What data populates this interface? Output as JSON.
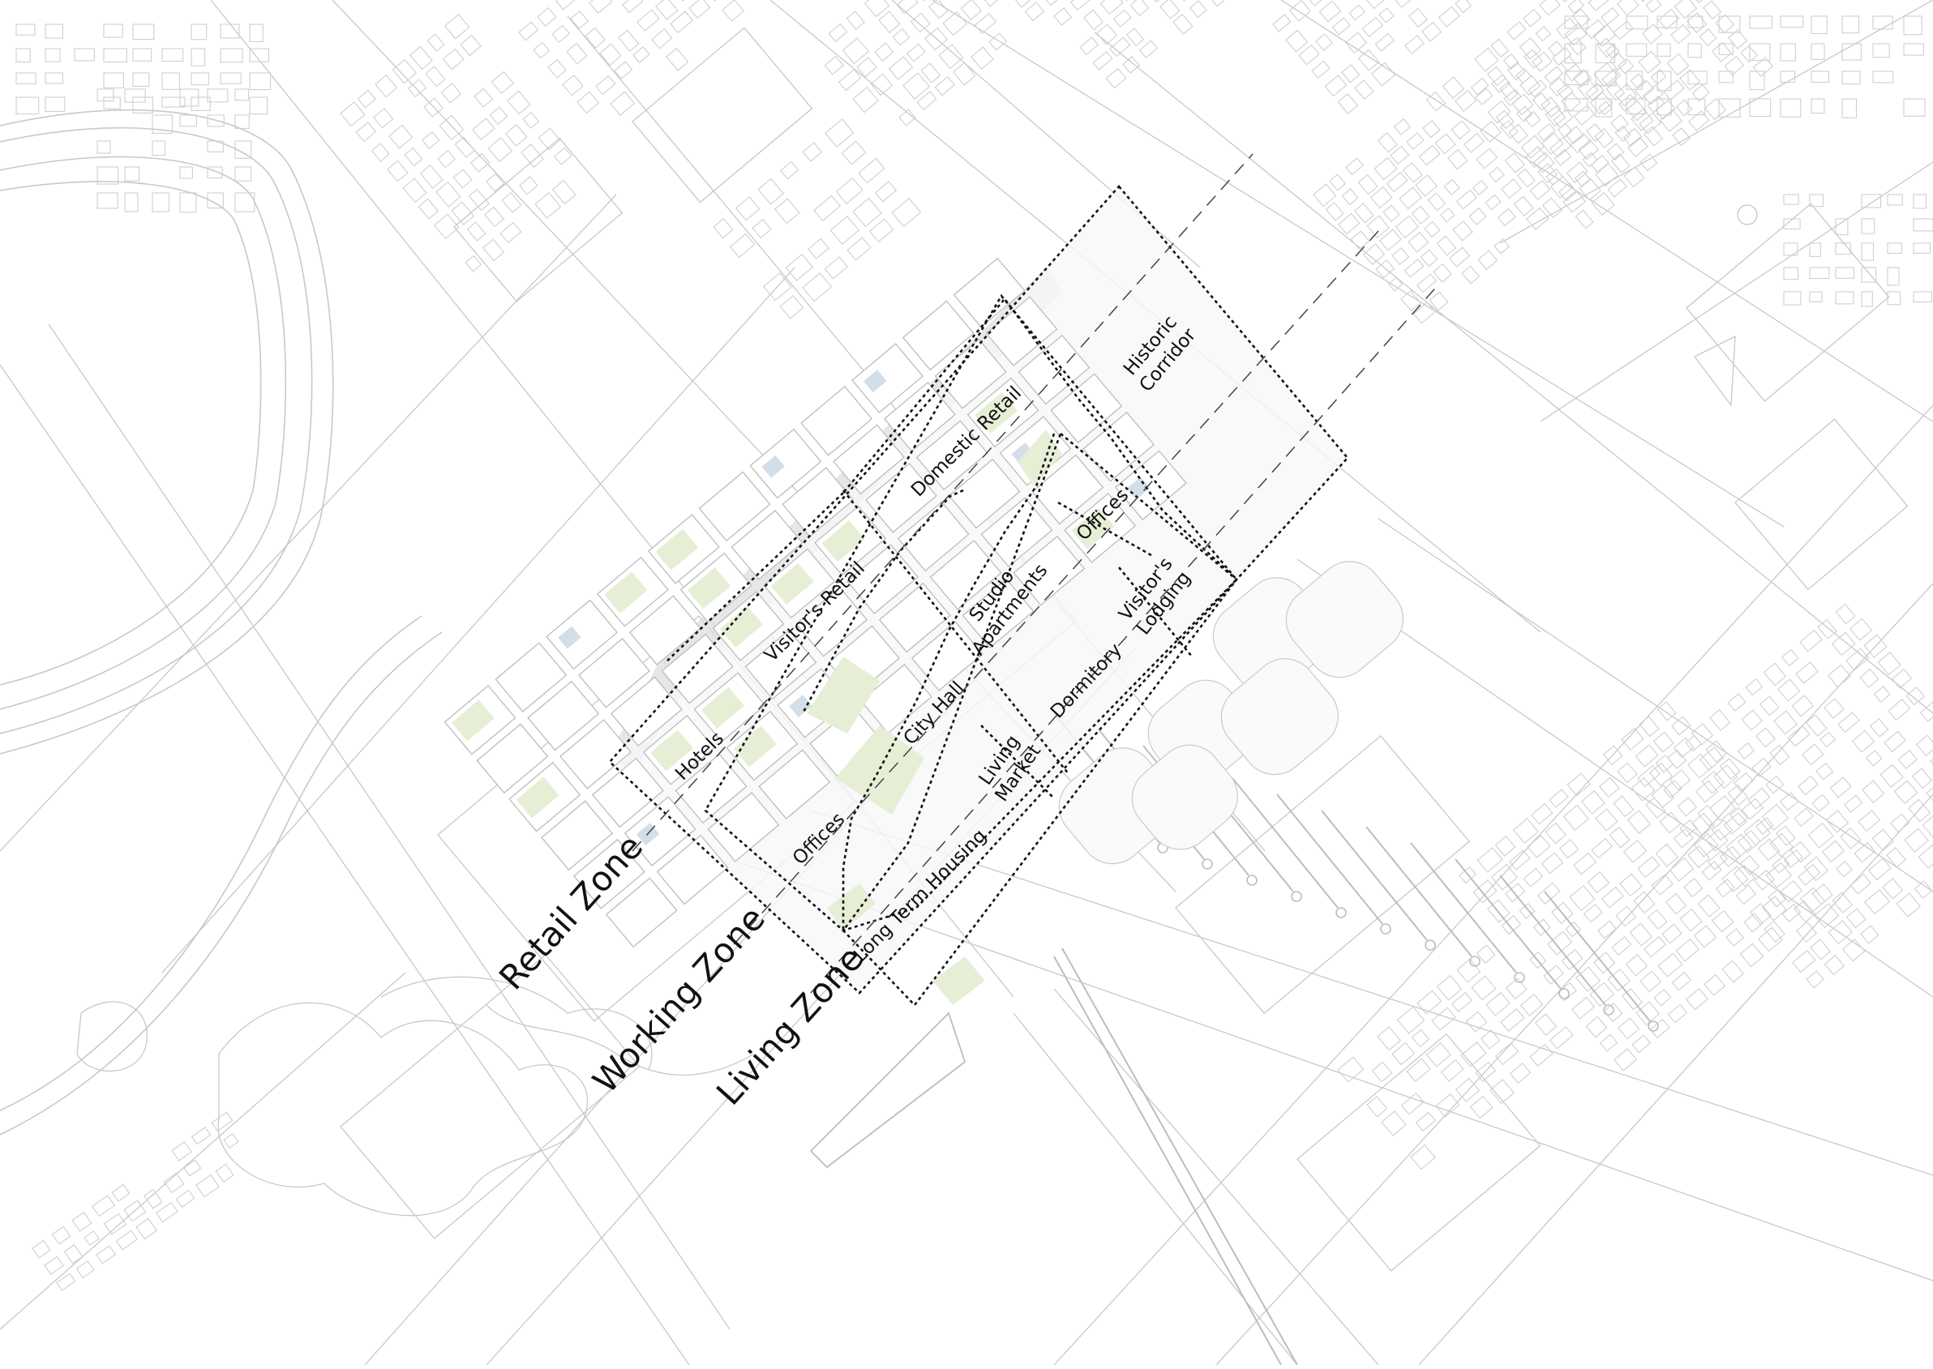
{
  "map": {
    "zones": [
      {
        "id": "retail",
        "label": "Retail Zone"
      },
      {
        "id": "working",
        "label": "Working Zone"
      },
      {
        "id": "living",
        "label": "Living Zone"
      }
    ],
    "districts": [
      {
        "id": "historic-corridor",
        "lines": [
          "Historic",
          "Corridor"
        ]
      },
      {
        "id": "domestic-retail",
        "lines": [
          "Domestic Retail"
        ]
      },
      {
        "id": "visitors-retail",
        "lines": [
          "Visitor's Retail"
        ]
      },
      {
        "id": "hotels",
        "lines": [
          "Hotels"
        ]
      },
      {
        "id": "offices-north",
        "lines": [
          "Offices"
        ]
      },
      {
        "id": "studio-apartments",
        "lines": [
          "Studio",
          "Apartments"
        ]
      },
      {
        "id": "visitors-lodging",
        "lines": [
          "Visitor's",
          "Lodging"
        ]
      },
      {
        "id": "city-hall",
        "lines": [
          "City Hall"
        ]
      },
      {
        "id": "dormitory",
        "lines": [
          "Dormitory"
        ]
      },
      {
        "id": "living-market",
        "lines": [
          "Living",
          "Market"
        ]
      },
      {
        "id": "offices-south",
        "lines": [
          "Offices"
        ]
      },
      {
        "id": "long-term-housing",
        "lines": [
          "Long Term Housing"
        ]
      }
    ],
    "colors": {
      "background": "#ffffff",
      "base_lines": "#c8c8c8",
      "block_fill": "#f7f7f7",
      "green_space": "#e6efd6",
      "water_tint": "#d3dee8",
      "shadow": "#dedede",
      "boundary": "#111111"
    }
  }
}
